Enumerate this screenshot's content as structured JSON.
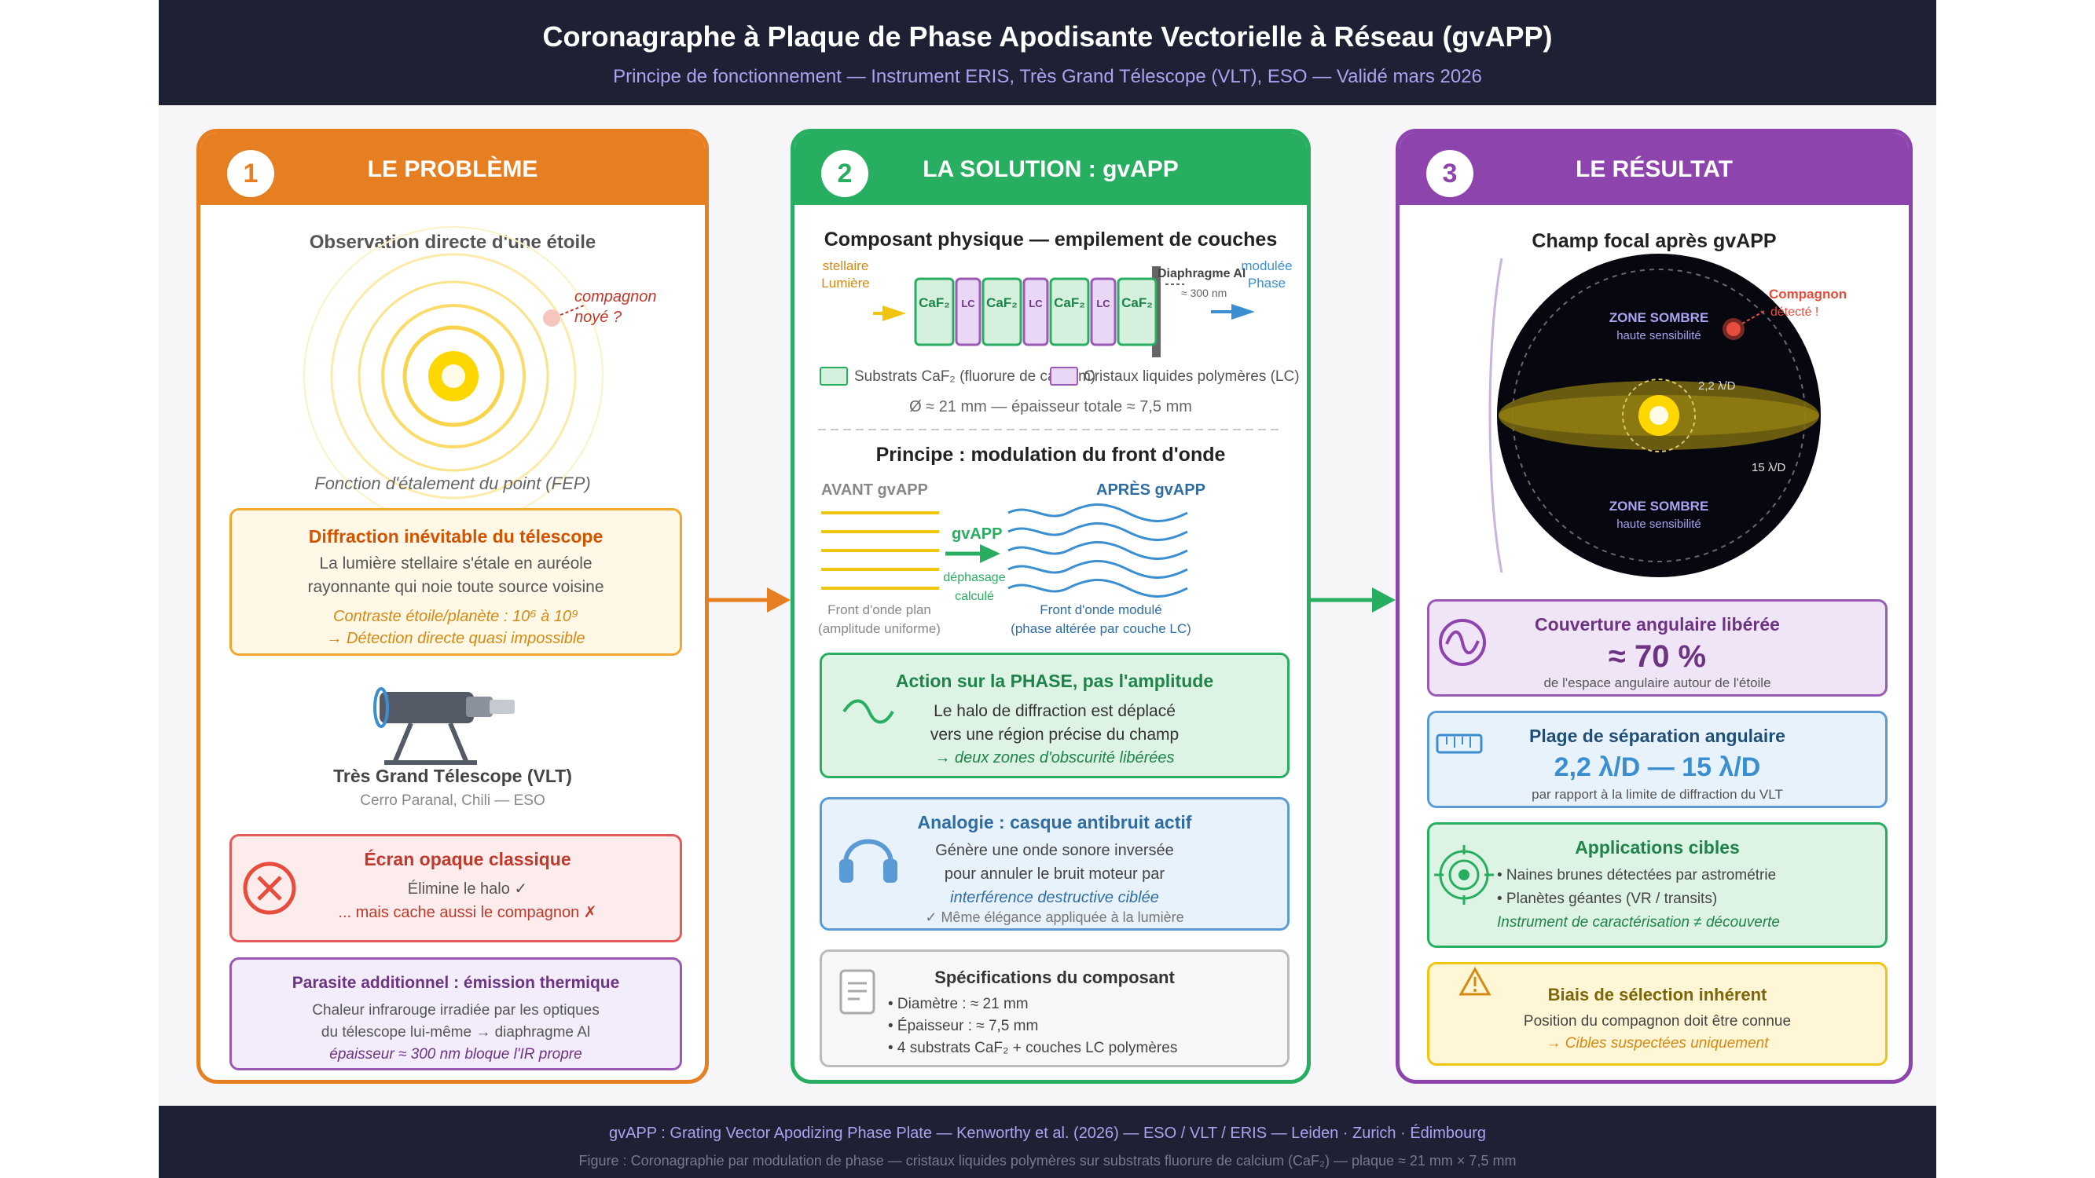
{
  "header": {
    "title": "Coronagraphe à Plaque de Phase Apodisante Vectorielle à Réseau (gvAPP)",
    "subtitle": "Principe de fonctionnement — Instrument ERIS, Très Grand Télescope (VLT), ESO — Validé mars 2026"
  },
  "colors": {
    "orange": "#e67e22",
    "green": "#27ae60",
    "purple": "#8e44ad",
    "navy": "#1e2033"
  },
  "col1": {
    "number": "1",
    "title": "LE PROBLÈME",
    "obs_title": "Observation directe d'une étoile",
    "companion_label_1": "compagnon",
    "companion_label_2": "noyé ?",
    "psf_caption": "Fonction d'étalement du point (FEP)",
    "diffraction": {
      "title": "Diffraction inévitable du télescope",
      "line1": "La lumière stellaire s'étale en auréole",
      "line2": "rayonnante qui noie toute source voisine",
      "note1": "Contraste étoile/planète : 10⁶ à 10⁹",
      "note2": "→ Détection directe quasi impossible"
    },
    "telescope_name": "Très Grand Télescope (VLT)",
    "telescope_loc": "Cerro Paranal, Chili — ESO",
    "ecran": {
      "title": "Écran opaque classique",
      "line1": "Élimine le halo ✓",
      "line2": "... mais cache aussi le compagnon ✗"
    },
    "parasite": {
      "title": "Parasite additionnel : émission thermique",
      "line1": "Chaleur infrarouge irradiée par les optiques",
      "line2": "du télescope lui-même → diaphragme Al",
      "line3": "épaisseur ≈ 300 nm bloque l'IR propre"
    }
  },
  "col2": {
    "number": "2",
    "title": "LA SOLUTION : gvAPP",
    "stack_title": "Composant physique — empilement de couches",
    "in_label_1": "stellaire",
    "in_label_2": "Lumière",
    "out_label_1": "modulée",
    "out_label_2": "Phase",
    "diaphragm_label": "Diaphragme Al",
    "diaphragm_thickness": "≈ 300 nm",
    "layers": [
      "CaF₂",
      "LC",
      "CaF₂",
      "LC",
      "CaF₂",
      "LC",
      "CaF₂"
    ],
    "legend_caf": "Substrats CaF₂ (fluorure de calcium)",
    "legend_lc": "Cristaux liquides polymères (LC)",
    "dims": "Ø ≈ 21 mm — épaisseur totale ≈ 7,5 mm",
    "principle_title": "Principe : modulation du front d'onde",
    "before_label": "AVANT gvAPP",
    "after_label": "APRÈS gvAPP",
    "arrow_label": "gvAPP",
    "arrow_sub_1": "déphasage",
    "arrow_sub_2": "calculé",
    "before_cap_1": "Front d'onde plan",
    "before_cap_2": "(amplitude uniforme)",
    "after_cap_1": "Front d'onde modulé",
    "after_cap_2": "(phase altérée par couche LC)",
    "action": {
      "title": "Action sur la PHASE, pas l'amplitude",
      "line1": "Le halo de diffraction est déplacé",
      "line2": "vers une région précise du champ",
      "line3": "→ deux zones d'obscurité libérées"
    },
    "analogy": {
      "title": "Analogie : casque antibruit actif",
      "line1": "Génère une onde sonore inversée",
      "line2": "pour annuler le bruit moteur par",
      "line3": "interférence destructive ciblée",
      "line4": "✓ Même élégance appliquée à la lumière"
    },
    "specs": {
      "title": "Spécifications du composant",
      "items": [
        "• Diamètre : ≈ 21 mm",
        "• Épaisseur : ≈ 7,5 mm",
        "• 4 substrats CaF₂ + couches LC polymères"
      ]
    }
  },
  "col3": {
    "number": "3",
    "title": "LE RÉSULTAT",
    "field_title": "Champ focal après gvAPP",
    "zone_dark": "ZONE SOMBRE",
    "zone_sub": "haute sensibilité",
    "companion_1": "Compagnon",
    "companion_2": "détecté !",
    "inner_radius": "2,2 λ/D",
    "outer_radius": "15 λ/D",
    "coverage": {
      "title": "Couverture angulaire libérée",
      "value": "≈ 70 %",
      "sub": "de l'espace angulaire autour de l'étoile"
    },
    "separation": {
      "title": "Plage de séparation angulaire",
      "value": "2,2 λ/D — 15 λ/D",
      "sub": "par rapport à la limite de diffraction du VLT"
    },
    "applications": {
      "title": "Applications cibles",
      "line1": "• Naines brunes détectées par astrométrie",
      "line2": "• Planètes géantes (VR / transits)",
      "line3": "Instrument de caractérisation ≠ découverte"
    },
    "bias": {
      "title": "Biais de sélection inhérent",
      "line1": "Position du compagnon doit être connue",
      "line2": "→ Cibles suspectées uniquement"
    }
  },
  "footer": {
    "line1": "gvAPP : Grating Vector Apodizing Phase Plate — Kenworthy et al. (2026) — ESO / VLT / ERIS — Leiden · Zurich · Édimbourg",
    "line2": "Figure : Coronagraphie par modulation de phase — cristaux liquides polymères sur substrats fluorure de calcium (CaF₂) — plaque ≈ 21 mm × 7,5 mm"
  }
}
